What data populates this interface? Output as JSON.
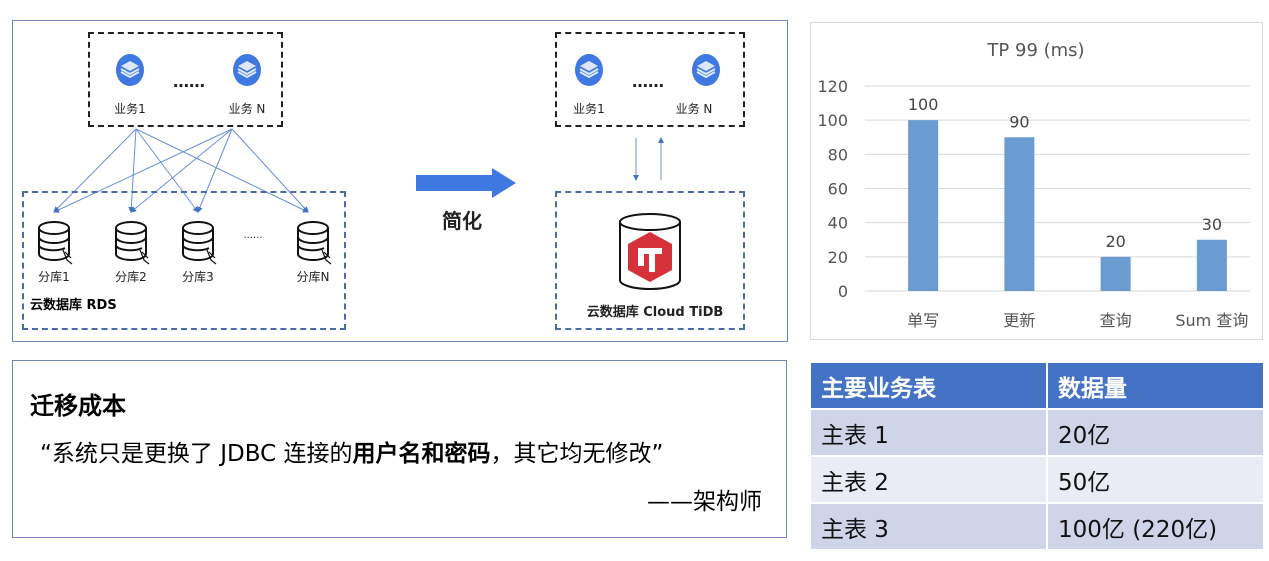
{
  "diagram": {
    "before": {
      "services": [
        "业务1",
        "业务 N"
      ],
      "ellipsis": "……",
      "shards": [
        "分库1",
        "分库2",
        "分库3",
        "分库N"
      ],
      "shard_ellipsis": "......",
      "db_label": "云数据库 RDS"
    },
    "arrow_label": "简化",
    "after": {
      "services": [
        "业务1",
        "业务 N"
      ],
      "ellipsis": "……",
      "db_label": "云数据库 Cloud TiDB"
    }
  },
  "colors": {
    "accent": "#4472c4",
    "bar": "#6a9bd1",
    "tidb_red": "#d6303a",
    "header": "#4472c4",
    "row_a": "#cfd5e8",
    "row_b": "#e9ebf5"
  },
  "chart_data": {
    "type": "bar",
    "title": "TP 99 (ms)",
    "categories": [
      "单写",
      "更新",
      "查询",
      "Sum 查询"
    ],
    "values": [
      100,
      90,
      20,
      30
    ],
    "ylim": [
      0,
      120
    ],
    "yticks": [
      0,
      20,
      40,
      60,
      80,
      100,
      120
    ],
    "grid": true,
    "xlabel": "",
    "ylabel": ""
  },
  "cost": {
    "title": "迁移成本",
    "quote_pre": "“系统只是更换了 JDBC 连接的",
    "quote_bold": "用户名和密码",
    "quote_post": "，其它均无修改”",
    "attribution": "——架构师"
  },
  "table": {
    "headers": [
      "主要业务表",
      "数据量"
    ],
    "rows": [
      [
        "主表 1",
        "20亿"
      ],
      [
        "主表 2",
        "50亿"
      ],
      [
        "主表 3",
        "100亿 (220亿)"
      ]
    ]
  }
}
